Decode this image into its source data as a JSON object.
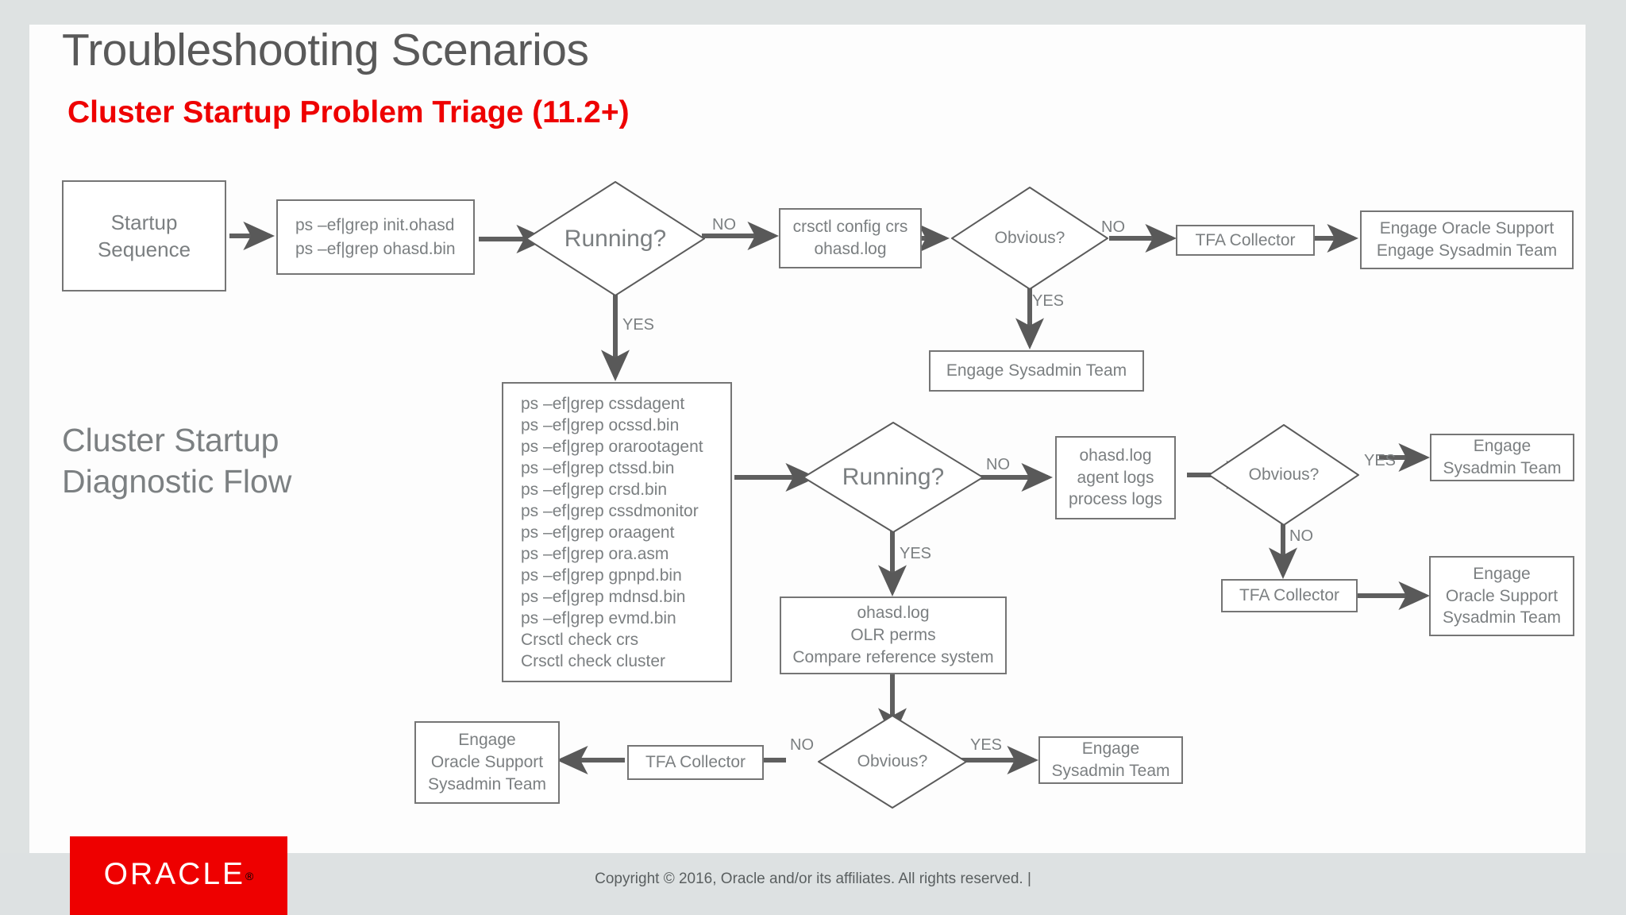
{
  "slide": {
    "title": "Troubleshooting Scenarios",
    "subtitle": "Cluster Startup Problem Triage (11.2+)",
    "section_label": "Cluster Startup\nDiagnostic Flow",
    "accent_red": "#ee0000",
    "node_text_color": "#7b7f81",
    "node_border_color": "#757575",
    "canvas_background": "#fdfdfd",
    "page_background": "#dee2e2"
  },
  "flow": {
    "top": {
      "startup_sequence": "Startup\nSequence",
      "ps_checks": "ps –ef|grep init.ohasd\nps –ef|grep ohasd.bin",
      "running_decision": "Running?",
      "crsctl_config": "crsctl config crs\nohasd.log",
      "obvious_decision": "Obvious?",
      "tfa_collector": "TFA Collector",
      "engage_oracle_sysadmin": "Engage Oracle Support\nEngage Sysadmin Team",
      "engage_sysadmin": "Engage Sysadmin Team",
      "label_no_running": "NO",
      "label_yes_running": "YES",
      "label_no_obvious": "NO",
      "label_yes_obvious": "YES"
    },
    "mid": {
      "ps_command_list": [
        "ps –ef|grep cssdagent",
        "ps –ef|grep ocssd.bin",
        "ps –ef|grep orarootagent",
        "ps –ef|grep ctssd.bin",
        "ps –ef|grep crsd.bin",
        "ps –ef|grep cssdmonitor",
        "ps –ef|grep oraagent",
        "ps –ef|grep ora.asm",
        "ps –ef|grep gpnpd.bin",
        "ps –ef|grep mdnsd.bin",
        "ps –ef|grep evmd.bin",
        "Crsctl check crs",
        "Crsctl check cluster"
      ],
      "running_decision": "Running?",
      "logs_box": "ohasd.log\nagent logs\nprocess logs",
      "obvious_decision": "Obvious?",
      "engage_sysadmin": "Engage\nSysadmin Team",
      "tfa_collector": "TFA Collector",
      "engage_oracle_sysadmin": "Engage\nOracle Support\nSysadmin Team",
      "label_no_running": "NO",
      "label_yes_running": "YES",
      "label_yes_obvious": "YES",
      "label_no_obvious": "NO"
    },
    "bottom": {
      "ohasd_box": "ohasd.log\nOLR perms\nCompare reference system",
      "obvious_decision": "Obvious?",
      "tfa_collector": "TFA Collector",
      "engage_oracle_sysadmin": "Engage\nOracle Support\nSysadmin Team",
      "engage_sysadmin": "Engage\nSysadmin Team",
      "label_no": "NO",
      "label_yes": "YES"
    }
  },
  "footer": {
    "logo_text": "ORACLE",
    "logo_registered": "®",
    "copyright": "Copyright © 2016, Oracle and/or its affiliates. All rights reserved.  |"
  }
}
